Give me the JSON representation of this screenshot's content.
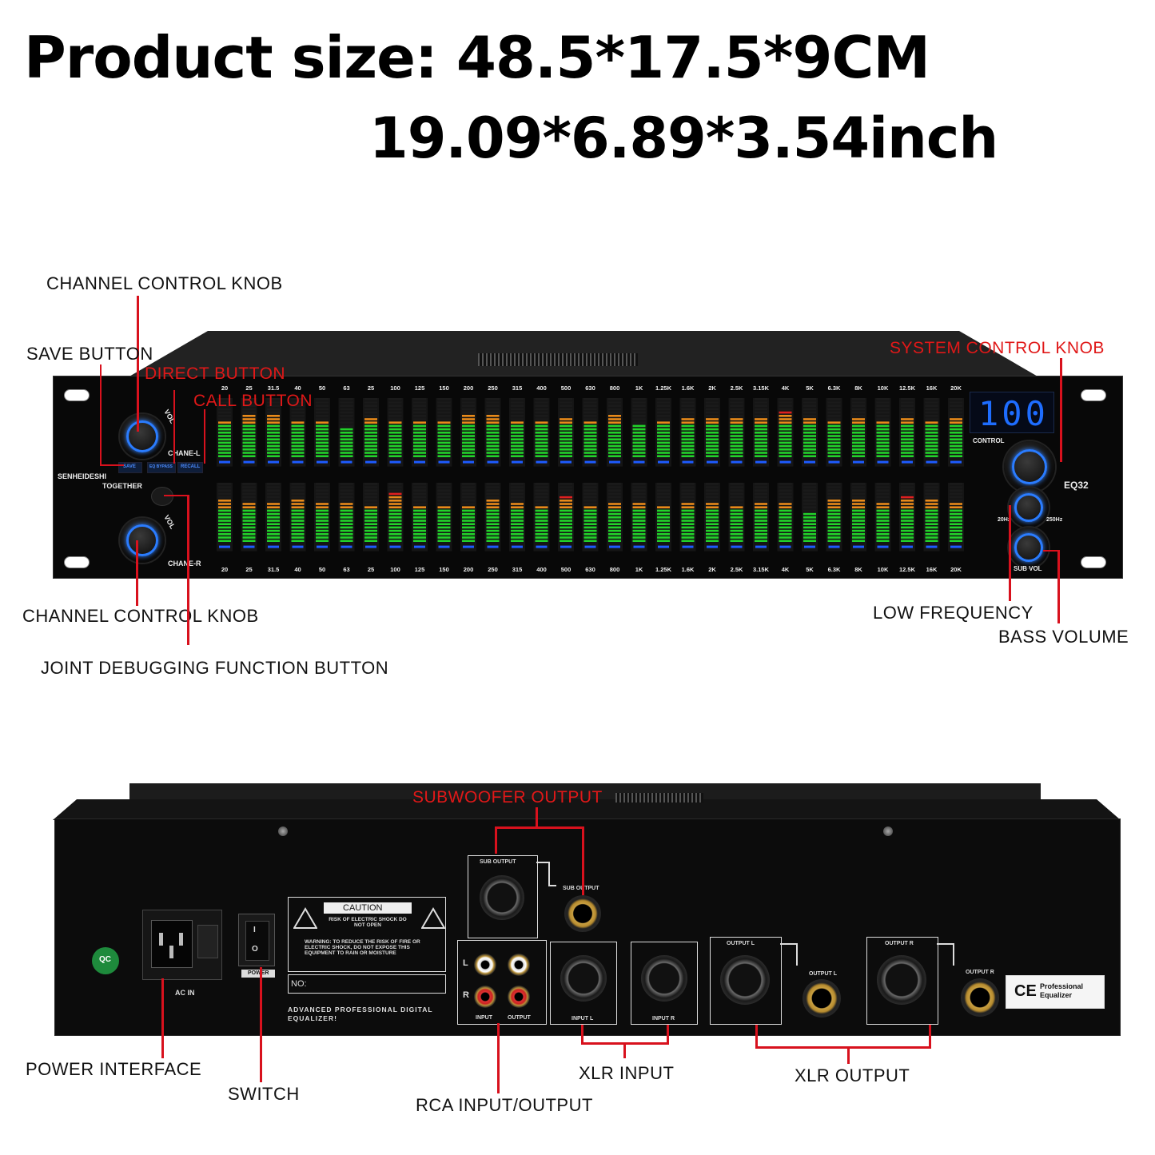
{
  "header": {
    "size_cm": "Product size: 48.5*17.5*9CM",
    "size_inch": "19.09*6.89*3.54inch"
  },
  "front_labels": {
    "channel_knob_top": "CHANNEL CONTROL KNOB",
    "save_button": "SAVE BUTTON",
    "direct_button": "DIRECT BUTTON",
    "call_button": "CALL BUTTON",
    "system_knob": "SYSTEM CONTROL KNOB",
    "channel_knob_bottom": "CHANNEL CONTROL KNOB",
    "joint_button": "JOINT DEBUGGING FUNCTION BUTTON",
    "low_frequency": "LOW FREQUENCY",
    "bass_volume": "BASS VOLUME"
  },
  "front_panel": {
    "display_value": "100",
    "brand": "SENHEIDESHI",
    "together": "TOGETHER",
    "chane_l": "CHANE-L",
    "chane_r": "CHANE-R",
    "vol": "VOL",
    "save": "SAVE",
    "eq_bypass": "EQ BYPASS",
    "recall": "RECALL",
    "control": "CONTROL",
    "model": "EQ32",
    "low_hz": "20Hz",
    "high_hz": "250Hz",
    "sub_vol": "SUB VOL",
    "bands": [
      "20",
      "25",
      "31.5",
      "40",
      "50",
      "63",
      "25",
      "100",
      "125",
      "150",
      "200",
      "250",
      "315",
      "400",
      "500",
      "630",
      "800",
      "1K",
      "1.25K",
      "1.6K",
      "2K",
      "2.5K",
      "3.15K",
      "4K",
      "5K",
      "6.3K",
      "8K",
      "10K",
      "12.5K",
      "16K",
      "20K"
    ],
    "upper_levels": [
      0.62,
      0.7,
      0.72,
      0.6,
      0.6,
      0.5,
      0.68,
      0.6,
      0.6,
      0.6,
      0.7,
      0.7,
      0.62,
      0.6,
      0.66,
      0.6,
      0.7,
      0.58,
      0.6,
      0.68,
      0.66,
      0.66,
      0.66,
      0.8,
      0.66,
      0.6,
      0.68,
      0.6,
      0.68,
      0.6,
      0.66
    ],
    "lower_levels": [
      0.7,
      0.66,
      0.66,
      0.7,
      0.66,
      0.68,
      0.62,
      0.82,
      0.6,
      0.6,
      0.6,
      0.7,
      0.66,
      0.6,
      0.76,
      0.62,
      0.68,
      0.66,
      0.6,
      0.66,
      0.66,
      0.6,
      0.66,
      0.66,
      0.5,
      0.72,
      0.72,
      0.66,
      0.8,
      0.74,
      0.66
    ]
  },
  "rear_labels": {
    "subwoofer_output": "SUBWOOFER OUTPUT",
    "power_interface": "POWER INTERFACE",
    "switch": "SWITCH",
    "rca": "RCA INPUT/OUTPUT",
    "xlr_input": "XLR INPUT",
    "xlr_output": "XLR OUTPUT"
  },
  "rear_panel": {
    "sub_output": "SUB OUTPUT",
    "sub_output_jack": "SUB OUTPUT",
    "caution": "CAUTION",
    "shock_warning": "RISK OF ELECTRIC SHOCK DO NOT OPEN",
    "warning_text": "WARNING: TO REDUCE THE RISK OF FIRE OR ELECTRIC SHOCK, DO NOT EXPOSE THIS EQUIPMENT TO RAIN OR MOISTURE",
    "no_label": "NO:",
    "product_desc": "ADVANCED PROFESSIONAL DIGITAL EQUALIZER!",
    "ac_in": "AC IN",
    "power": "POWER",
    "rca_l": "L",
    "rca_r": "R",
    "input": "INPUT",
    "output": "OUTPUT",
    "input_l": "INPUT L",
    "input_r": "INPUT R",
    "output_l_xlr": "OUTPUT L",
    "output_l_jack": "OUTPUT L",
    "output_r_xlr": "OUTPUT R",
    "output_r_jack": "OUTPUT R",
    "ce_mark": "CE",
    "ce_text": "Professional Equalizer",
    "qc": "QC"
  }
}
